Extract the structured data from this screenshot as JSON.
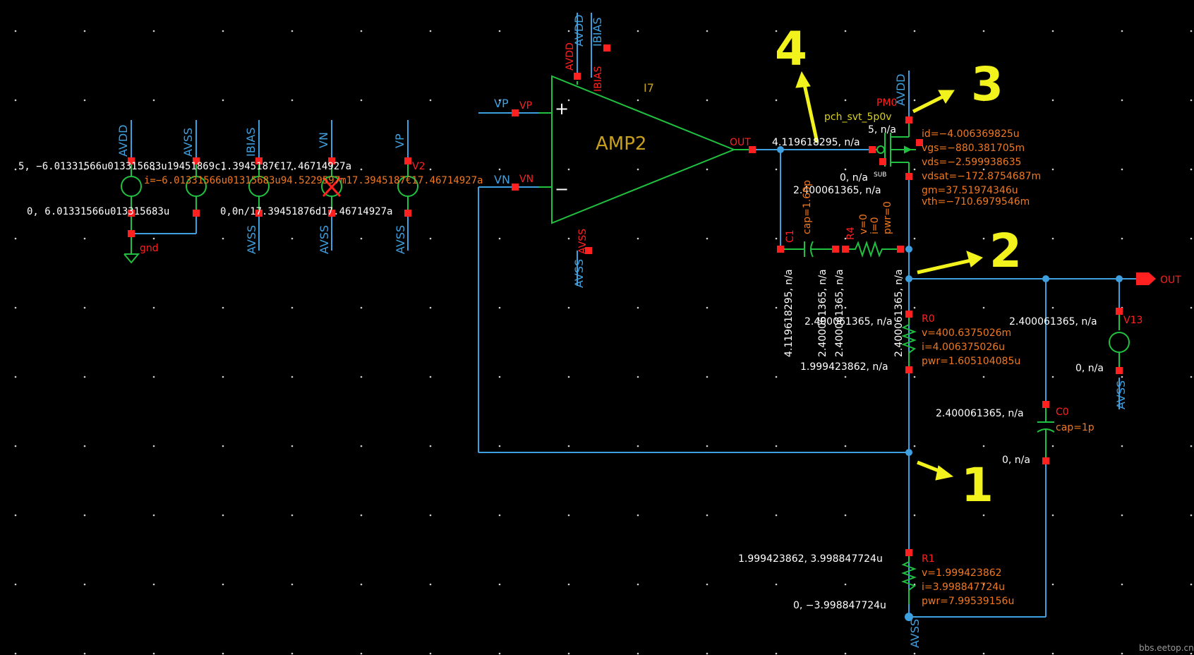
{
  "watermark": "bbs.eetop.cn",
  "annotations": [
    "1",
    "2",
    "3",
    "4"
  ],
  "colors": {
    "background": "#000000",
    "wire": "#3fa0e0",
    "pin": "#ff2020",
    "device": "#20c040",
    "value_text": "#ffffff",
    "param_text": "#f07820",
    "annotation": "#f2f21c"
  },
  "amp": {
    "name": "AMP2",
    "instance": "I7",
    "pins": {
      "vp": "VP",
      "vn": "VN",
      "out": "OUT",
      "avdd": "AVDD",
      "ibias": "IBIAS",
      "avss": "AVSS"
    },
    "plus": "+",
    "minus": "−",
    "wire_vp": "VP",
    "wire_avdd": "AVDD",
    "wire_ibias": "IBIAS",
    "wire_avss": "AVSS"
  },
  "sources": {
    "net_avdd": "AVDD",
    "net_avss": "AVSS",
    "net_ibias": "IBIAS",
    "net_vn": "VN",
    "net_vp": "VP",
    "bottom_avss_1": "AVSS",
    "bottom_avss_2": "AVSS",
    "bottom_avss_3": "AVSS",
    "v2_label": "V2",
    "gnd_label": "gnd",
    "overlap_line1": "5, −6.01331566u013315683u19451869c1.3945187€17.46714927a",
    "overlap_line2": "i=−6.01331566u01315683u94.5229597m17.3945187€17.46714927a",
    "overlap_line3": "0, 6.01331566u013315683u",
    "overlap_line4": "0,0n/17.39451876d17.46714927a",
    "vn_tag": "VN"
  },
  "pmos": {
    "name": "PM0",
    "model": "pch_svt_5p0v",
    "net": "AVDD",
    "source_val": "5, n/a",
    "gate_val": "4.119618295, n/a",
    "drain_val": "2.400061365, n/a",
    "bulk_val": "0, n/a",
    "sub": "SUB",
    "params": [
      "id=−4.006369825u",
      "vgs=−880.381705m",
      "vds=−2.599938635",
      "vdsat=−172.8754687m",
      "gm=37.51974346u",
      "vth=−710.6979546m"
    ]
  },
  "c1": {
    "name": "C1",
    "cap": "cap=1.69p",
    "v_left": "4.119618295, n/a",
    "v_mid": "2.400061365, n/a"
  },
  "r4": {
    "name": "R4",
    "params": [
      "v=0",
      "i=0",
      "pwr=0"
    ],
    "v_right": "2.400061365, n/a",
    "v_right2": "2.400061365, n/a"
  },
  "r0": {
    "name": "R0",
    "params": [
      "v=400.6375026m",
      "i=4.006375026u",
      "pwr=1.605104085u"
    ],
    "v_top": "2.400061365, n/a",
    "v_bot": "1.999423862, n/a"
  },
  "r1": {
    "name": "R1",
    "params": [
      "v=1.999423862",
      "i=3.998847724u",
      "pwr=7.99539156u"
    ],
    "v_top": "1.999423862, 3.998847724u",
    "v_bot": "0, −3.998847724u",
    "net": "AVSS"
  },
  "c0": {
    "name": "C0",
    "cap": "cap=1p",
    "v_top": "2.400061365, n/a",
    "v_bot": "0, n/a"
  },
  "v13": {
    "name": "V13",
    "v_top": "2.400061365, n/a",
    "v_bot": "0, n/a",
    "net": "AVSS"
  },
  "out_pin": "OUT"
}
